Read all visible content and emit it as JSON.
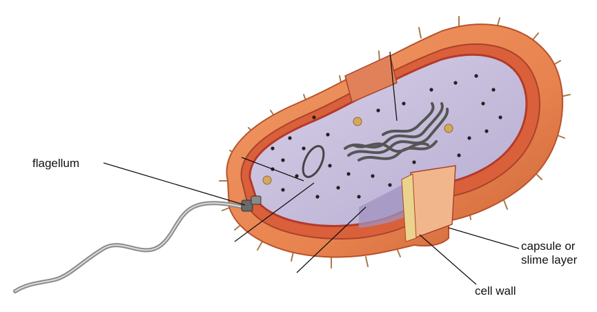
{
  "labels": {
    "flagellum": "flagellum",
    "capsule_line1": "capsule or",
    "capsule_line2": "slime layer",
    "cell_wall": "cell wall"
  },
  "colors": {
    "capsule": "#e8834f",
    "capsule_dark": "#c96236",
    "cell_wall": "#d9603a",
    "membrane": "#b23a2a",
    "cytoplasm": "#c9c0dd",
    "cytoplasm_dark": "#9f93c0",
    "ribosome": "#222222",
    "nucleoid": "#555555",
    "granule": "#d9a65a",
    "flagellum": "#9a9a9a",
    "pilus": "#a67a4a",
    "leader_line": "#111111"
  }
}
